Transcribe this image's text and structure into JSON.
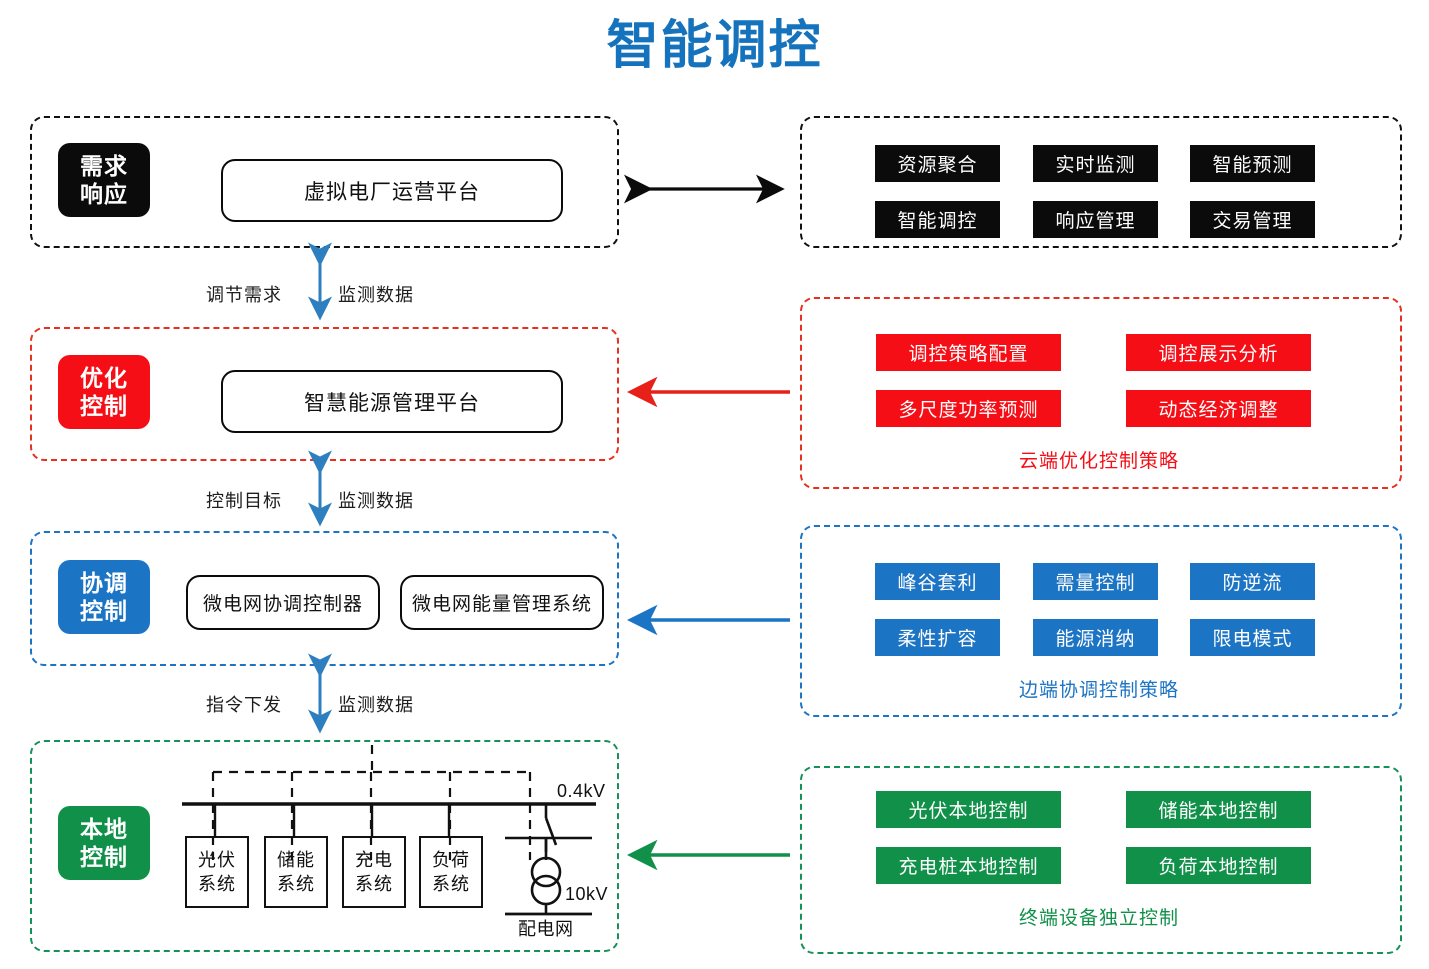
{
  "title": "智能调控",
  "accent_colors": {
    "title_blue": "#1572BC",
    "black": "#0B0B0B",
    "red": "#F50E16",
    "blue": "#1C74C4",
    "green": "#109048"
  },
  "rows": [
    {
      "id": "demand-response",
      "badge": "需求\n响应",
      "badge_line1": "需求",
      "badge_line2": "响应",
      "platform": "虚拟电厂运营平台",
      "color": "black",
      "tags": [
        "资源聚合",
        "实时监测",
        "智能预测",
        "智能调控",
        "响应管理",
        "交易管理"
      ],
      "caption": "",
      "arrow": "double-headed-horizontal"
    },
    {
      "id": "optimization-control",
      "badge_line1": "优化",
      "badge_line2": "控制",
      "platform": "智慧能源管理平台",
      "color": "red",
      "tags": [
        "调控策略配置",
        "调控展示分析",
        "多尺度功率预测",
        "动态经济调整"
      ],
      "caption": "云端优化控制策略",
      "arrow": "left-arrow"
    },
    {
      "id": "coordination-control",
      "badge_line1": "协调",
      "badge_line2": "控制",
      "platform_a": "微电网协调控制器",
      "platform_b": "微电网能量管理系统",
      "color": "blue",
      "tags": [
        "峰谷套利",
        "需量控制",
        "防逆流",
        "柔性扩容",
        "能源消纳",
        "限电模式"
      ],
      "caption": "边端协调控制策略",
      "arrow": "left-arrow"
    },
    {
      "id": "local-control",
      "badge_line1": "本地",
      "badge_line2": "控制",
      "color": "green",
      "tags": [
        "光伏本地控制",
        "储能本地控制",
        "充电桩本地控制",
        "负荷本地控制"
      ],
      "caption": "终端设备独立控制",
      "arrow": "left-arrow"
    }
  ],
  "connectors": [
    {
      "id": "conn-1",
      "left": "调节需求",
      "right": "监测数据"
    },
    {
      "id": "conn-2",
      "left": "控制目标",
      "right": "监测数据"
    },
    {
      "id": "conn-3",
      "left": "指令下发",
      "right": "监测数据"
    }
  ],
  "single_line_diagram": {
    "devices": [
      {
        "line1": "光伏",
        "line2": "系统"
      },
      {
        "line1": "储能",
        "line2": "系统"
      },
      {
        "line1": "充电",
        "line2": "系统"
      },
      {
        "line1": "负荷",
        "line2": "系统"
      }
    ],
    "bus_lv_label": "0.4kV",
    "bus_hv_label": "10kV",
    "grid_label": "配电网"
  }
}
